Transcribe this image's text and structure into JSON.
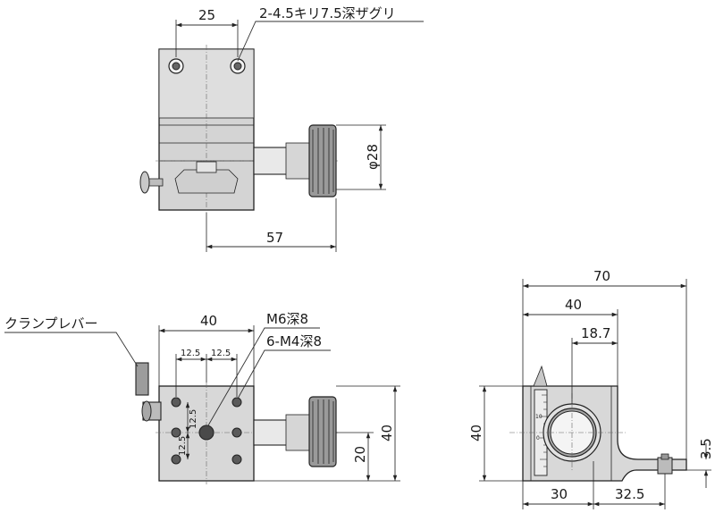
{
  "top_view": {
    "dim_hole_pitch": "25",
    "dim_length": "57",
    "dim_knob_dia": "φ28",
    "note_counterbore": "2-4.5キリ7.5深ザグリ"
  },
  "front_view": {
    "dim_width": "40",
    "dim_pitch_left": "12.5",
    "dim_pitch_right": "12.5",
    "dim_vert_upper": "12.5",
    "dim_vert_lower": "12.5",
    "dim_height": "40",
    "dim_center_height": "20",
    "note_m6": "M6深8",
    "note_m4": "6-M4深8",
    "label_clamp_lever": "クランプレバー"
  },
  "side_view": {
    "dim_total": "70",
    "dim_40": "40",
    "dim_18_7": "18.7",
    "dim_height": "40",
    "dim_30": "30",
    "dim_32_5": "32.5",
    "dim_3_5": "3.5",
    "scale_mark_10": "10",
    "scale_mark_0": "0"
  }
}
